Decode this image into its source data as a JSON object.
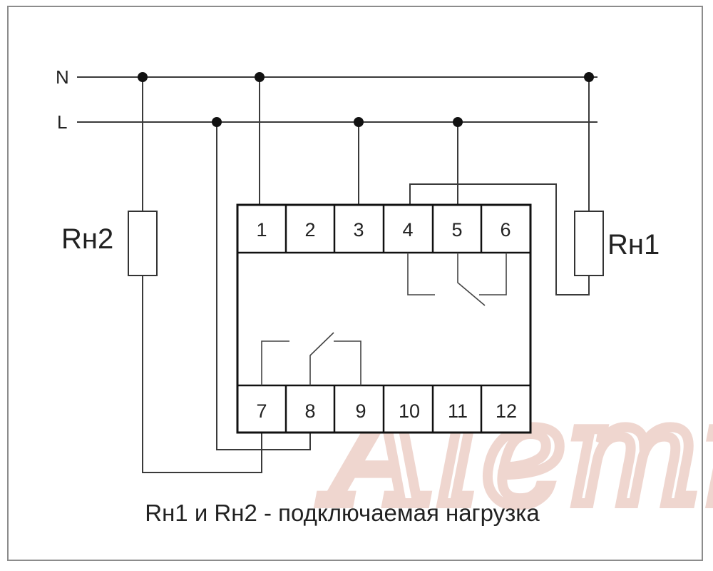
{
  "lines": {
    "n_label": "N",
    "l_label": "L"
  },
  "loads": {
    "rh1_label": "Rн1",
    "rh2_label": "Rн2"
  },
  "terminals": {
    "top": [
      "1",
      "2",
      "3",
      "4",
      "5",
      "6"
    ],
    "bottom": [
      "7",
      "8",
      "9",
      "10",
      "11",
      "12"
    ]
  },
  "caption": "Rн1 и Rн2 - подключаемая нагрузка",
  "watermark": "Аlemп",
  "colors": {
    "wire": "#3a3a3a",
    "outline": "#111111",
    "watermark": "#e2b5a9"
  }
}
